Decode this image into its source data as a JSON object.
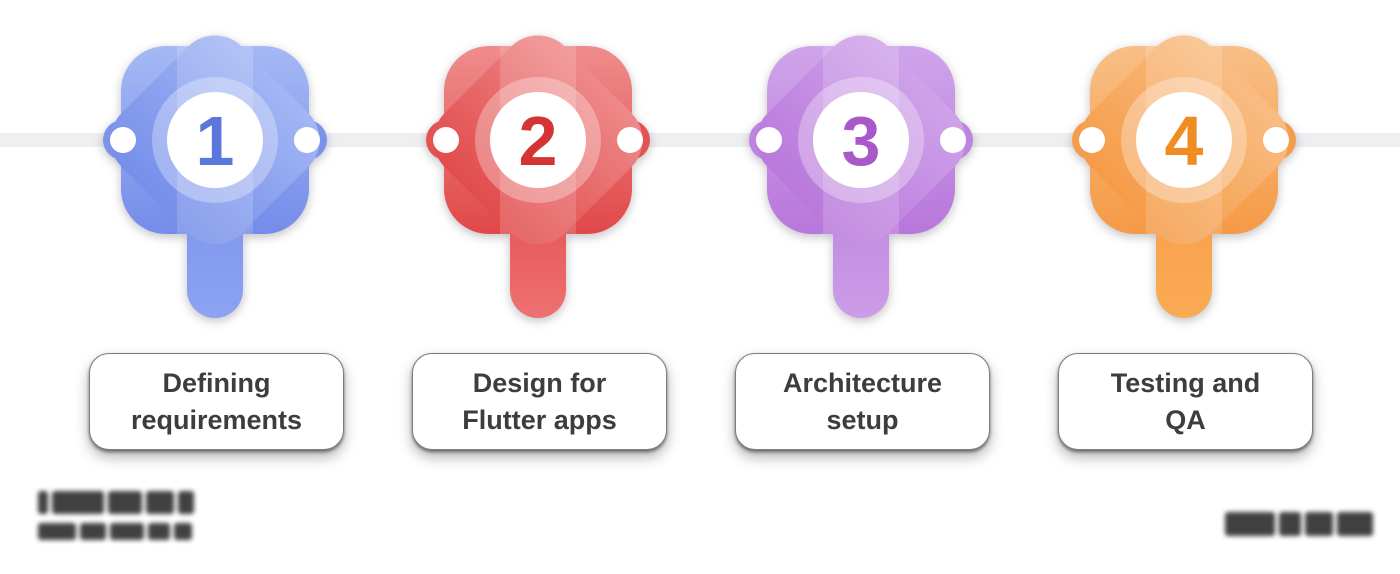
{
  "page": {
    "background_color": "#ffffff"
  },
  "timeline": {
    "connector_color": "#efeff2",
    "dot_color": "#ffffff"
  },
  "theme": {
    "label_text_color": "#3d3d3d",
    "card_background": "#ffffff"
  },
  "steps": [
    {
      "number": "1",
      "label": {
        "line1": "Defining",
        "line2": "requirements"
      },
      "colors": {
        "light": "#aabdf6",
        "main": "#7089e8",
        "ear": "#7d93ea",
        "stem_top": "#7b93ec",
        "stem_bottom": "#8ca2f2",
        "number": "#5b76dc"
      }
    },
    {
      "number": "2",
      "label": {
        "line1": "Design for",
        "line2": "Flutter apps"
      },
      "colors": {
        "light": "#f09393",
        "main": "#e04343",
        "ear": "#e25454",
        "stem_top": "#e24c4c",
        "stem_bottom": "#ee7171",
        "number": "#d53434"
      }
    },
    {
      "number": "3",
      "label": {
        "line1": "Architecture",
        "line2": "setup"
      },
      "colors": {
        "light": "#d2a9ec",
        "main": "#b673d9",
        "ear": "#bd85de",
        "stem_top": "#bc84de",
        "stem_bottom": "#cc9ce7",
        "number": "#a958c9"
      }
    },
    {
      "number": "4",
      "label": {
        "line1": "Testing and",
        "line2": "QA"
      },
      "colors": {
        "light": "#f9c28d",
        "main": "#f59740",
        "ear": "#f59d4e",
        "stem_top": "#f69c48",
        "stem_bottom": "#fbab54",
        "number": "#ef8c22"
      }
    }
  ],
  "watermarks": {
    "left": {
      "type": "blurred-logo",
      "legible": false,
      "lines": 2,
      "color": "#373737"
    },
    "right": {
      "type": "blurred-logo",
      "legible": false,
      "lines": 1,
      "color": "#373737"
    }
  }
}
